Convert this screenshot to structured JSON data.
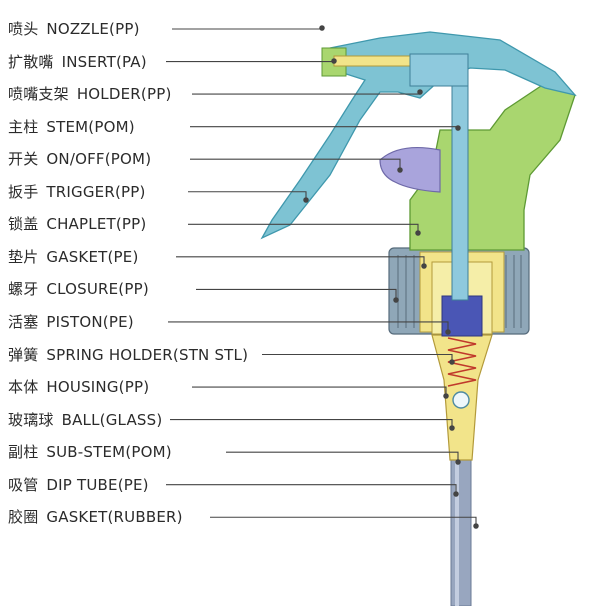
{
  "parts": [
    {
      "zh": "喷头",
      "en": "NOZZLE(PP)"
    },
    {
      "zh": "扩散嘴",
      "en": "INSERT(PA)"
    },
    {
      "zh": "喷嘴支架",
      "en": "HOLDER(PP)"
    },
    {
      "zh": "主柱",
      "en": "STEM(POM)"
    },
    {
      "zh": "开关",
      "en": "ON/OFF(POM)"
    },
    {
      "zh": "扳手",
      "en": "TRIGGER(PP)"
    },
    {
      "zh": "锁盖",
      "en": "CHAPLET(PP)"
    },
    {
      "zh": "垫片",
      "en": "GASKET(PE)"
    },
    {
      "zh": "螺牙",
      "en": "CLOSURE(PP)"
    },
    {
      "zh": "活塞",
      "en": "PISTON(PE)"
    },
    {
      "zh": "弹簧",
      "en": "SPRING HOLDER(STN STL)"
    },
    {
      "zh": "本体",
      "en": "HOUSING(PP)"
    },
    {
      "zh": "玻璃球",
      "en": "BALL(GLASS)"
    },
    {
      "zh": "副柱",
      "en": "SUB-STEM(POM)"
    },
    {
      "zh": "吸管",
      "en": "DIP TUBE(PE)"
    },
    {
      "zh": "胶圈",
      "en": "GASKET(RUBBER)"
    }
  ],
  "colors": {
    "trigger_blue": "#7ec3d3",
    "trigger_blue_dark": "#3f98ad",
    "green": "#a9d66f",
    "green_dark": "#5e9a34",
    "lavender": "#a9a4dc",
    "yellow": "#f2e48a",
    "stem_blue": "#8ec9dd",
    "tube": "#98a6bf",
    "closure": "#8fa7b8",
    "leader": "#444444"
  }
}
